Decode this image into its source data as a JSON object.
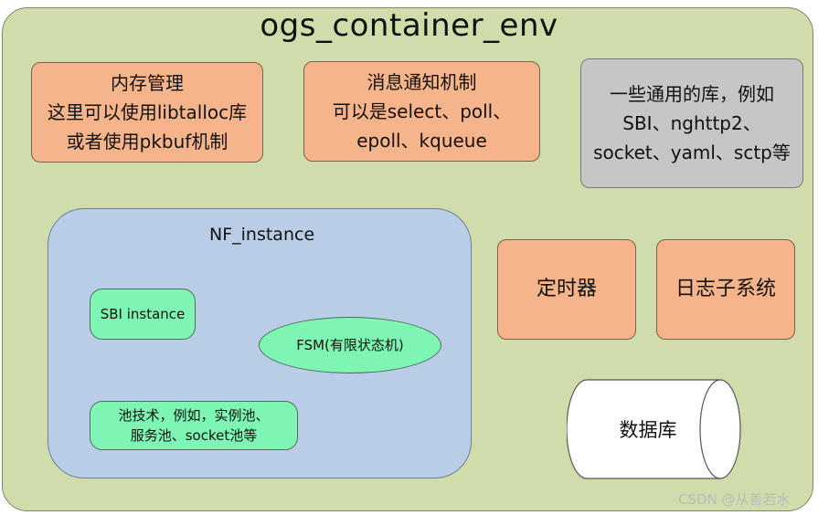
{
  "title": "ogs_container_env",
  "memory_box": {
    "lines": [
      "内存管理",
      "这里可以使用libtalloc库",
      "或者使用pkbuf机制"
    ]
  },
  "message_box": {
    "lines": [
      "消息通知机制",
      "可以是select、poll、",
      "epoll、kqueue"
    ]
  },
  "library_box": {
    "lines": [
      "一些通用的库，例如",
      "SBI、nghttp2、",
      "socket、yaml、sctp等"
    ]
  },
  "nf_instance": {
    "title": "NF_instance",
    "sbi_label": "SBI instance",
    "fsm_label": "FSM(有限状态机)",
    "pool_lines": [
      "池技术，例如，实例池、",
      "服务池、socket池等"
    ]
  },
  "timer_label": "定时器",
  "logging_label": "日志子系统",
  "database_label": "数据库",
  "watermark": "CSDN @从善若水",
  "colors": {
    "frame": "#d1dcab",
    "orange": "#f5b48a",
    "gray": "#c6c6c6",
    "nf": "#b9cde6",
    "green": "#7ef5b2"
  }
}
